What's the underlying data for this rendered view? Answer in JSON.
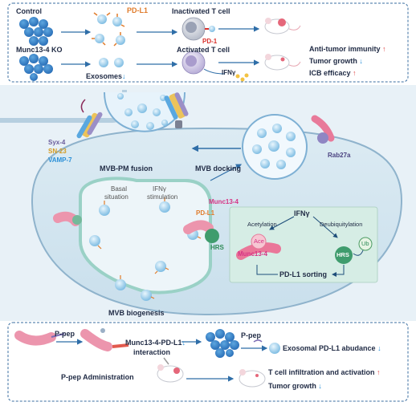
{
  "top_panel": {
    "control": "Control",
    "pdl1": "PD-L1",
    "inactivated": "Inactivated T cell",
    "pd1": "PD-1",
    "ko": "Munc13-4 KO",
    "activated": "Activated T cell",
    "exosomes": "Exosomes",
    "ifng": "IFNγ",
    "anti_tumor": "Anti-tumor immunity",
    "tumor_growth": "Tumor growth",
    "icb": "ICB efficacy"
  },
  "middle_panel": {
    "syx4": "Syx-4",
    "sn23": "SN-23",
    "vamp7": "VAMP-7",
    "mvb_pm_fusion": "MVB-PM fusion",
    "rab27a": "Rab27a",
    "mvb_docking": "MVB docking",
    "basal": "Basal",
    "situation": "situation",
    "ifng_stim1": "IFNγ",
    "ifng_stim2": "stimulation",
    "munc13_4": "Munc13-4",
    "pdl1": "PD-L1",
    "hrs": "HRS",
    "mvb_biogenesis": "MVB biogenesis",
    "inset": {
      "ifng": "IFNγ",
      "acetylation": "Acetylation",
      "deubiq": "Deubiquitylation",
      "ace": "Ace",
      "munc": "Munc13-4",
      "hrs": "HRS",
      "ub": "Ub",
      "sorting": "PD-L1 sorting"
    }
  },
  "bottom_panel": {
    "ppep1": "P-pep",
    "interaction1": "Munc13-4-PD-L1",
    "interaction2": "interaction",
    "ppep2": "P-pep",
    "exo_pdl1": "Exosomal PD-L1 abudance",
    "ppep_admin": "P-pep Administration",
    "t_cell": "T cell infiltration and activation",
    "tumor_growth": "Tumor growth"
  },
  "arrows": {
    "up": "↑",
    "down": "↓"
  }
}
